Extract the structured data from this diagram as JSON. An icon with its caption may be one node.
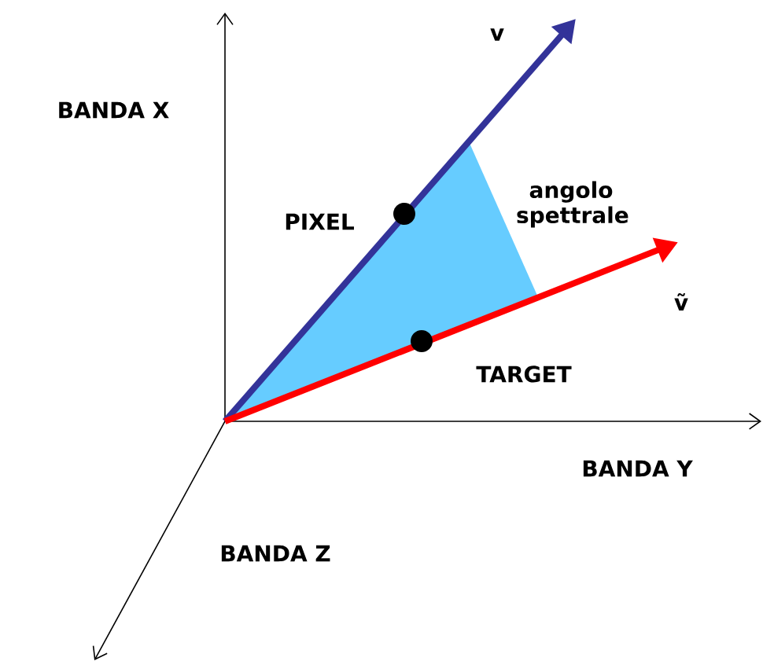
{
  "diagram": {
    "labels": [
      "v",
      "BANDA X",
      "angolo spettrale",
      "PIXEL",
      "ṽ",
      "TARGET",
      "BANDA Y",
      "BANDA Z"
    ]
  }
}
